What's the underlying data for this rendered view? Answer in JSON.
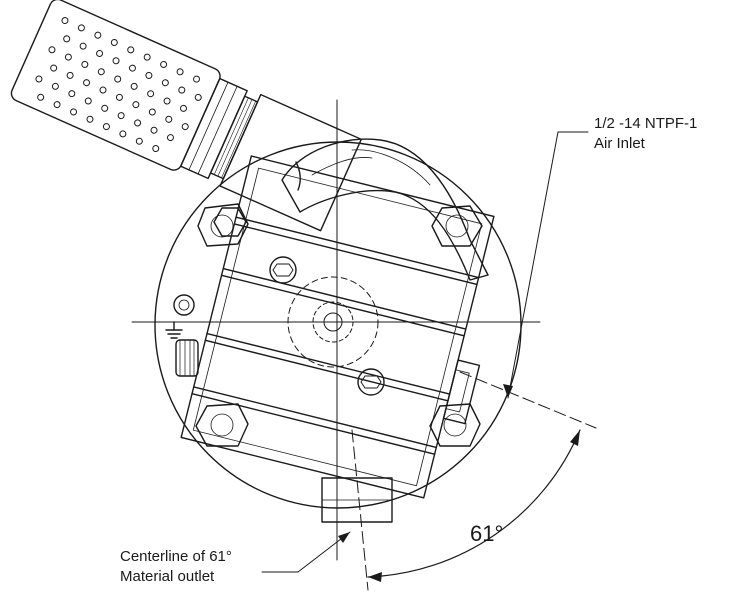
{
  "callouts": {
    "air_inlet": {
      "line1": "1/2 -14 NTPF-1",
      "line2": "Air Inlet"
    },
    "outlet": {
      "line1": "Centerline of 61°",
      "line2": "Material outlet"
    }
  },
  "dimension": {
    "angle_label": "61°"
  },
  "colors": {
    "line": "#1a1a1a",
    "background": "#ffffff"
  }
}
